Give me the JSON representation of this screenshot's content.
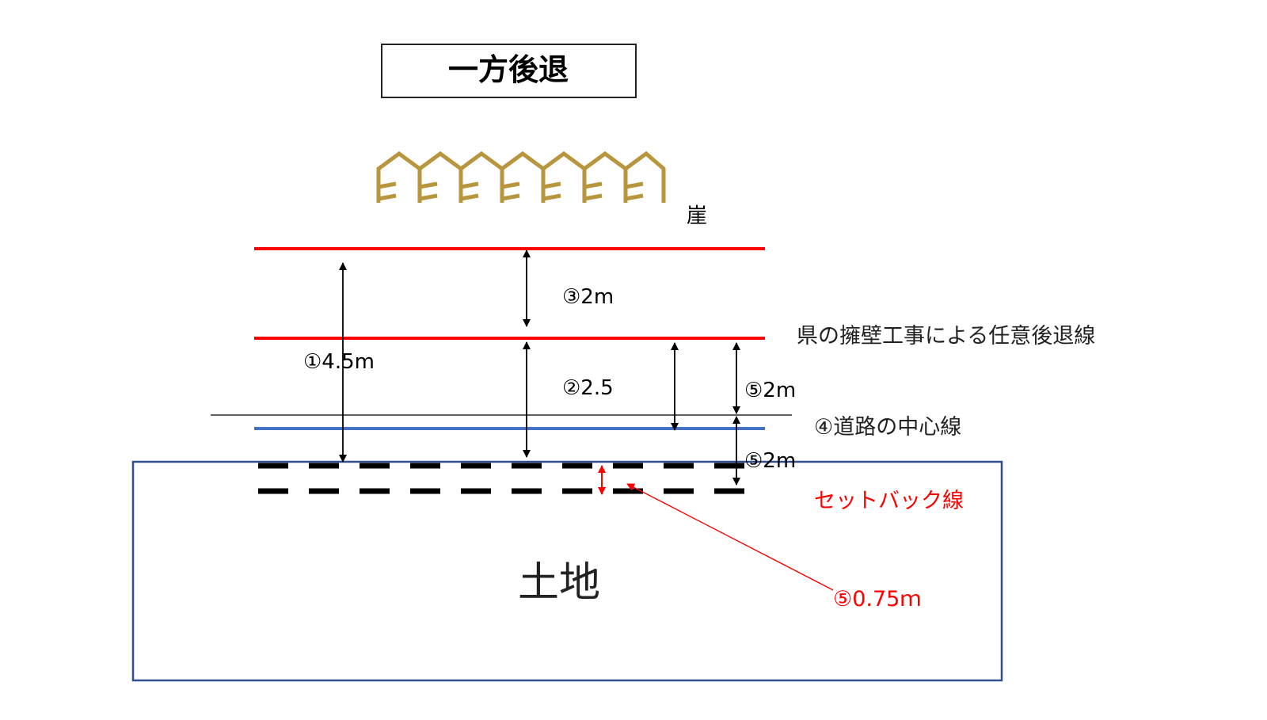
{
  "title": "一方後退",
  "labels": {
    "cliff": "崖",
    "dim_1": "①4.5m",
    "dim_2": "②2.5",
    "dim_3": "③2m",
    "dim_5_upper": "⑤2m",
    "dim_5_lower": "⑤2m",
    "dim_5_small": "⑤0.75ｍ",
    "retreat_line": "県の擁壁工事による任意後退線",
    "road_center": "④道路の中心線",
    "setback_line": "セットバック線",
    "land": "土地"
  },
  "colors": {
    "red_line": "#ff0000",
    "blue_line": "#4472c4",
    "land_border": "#2f4f8f",
    "cliff_gold": "#b8963e",
    "black": "#000000",
    "red_text": "#ff0000"
  },
  "icons": {
    "cliff": "cliff-hatch-icon"
  }
}
